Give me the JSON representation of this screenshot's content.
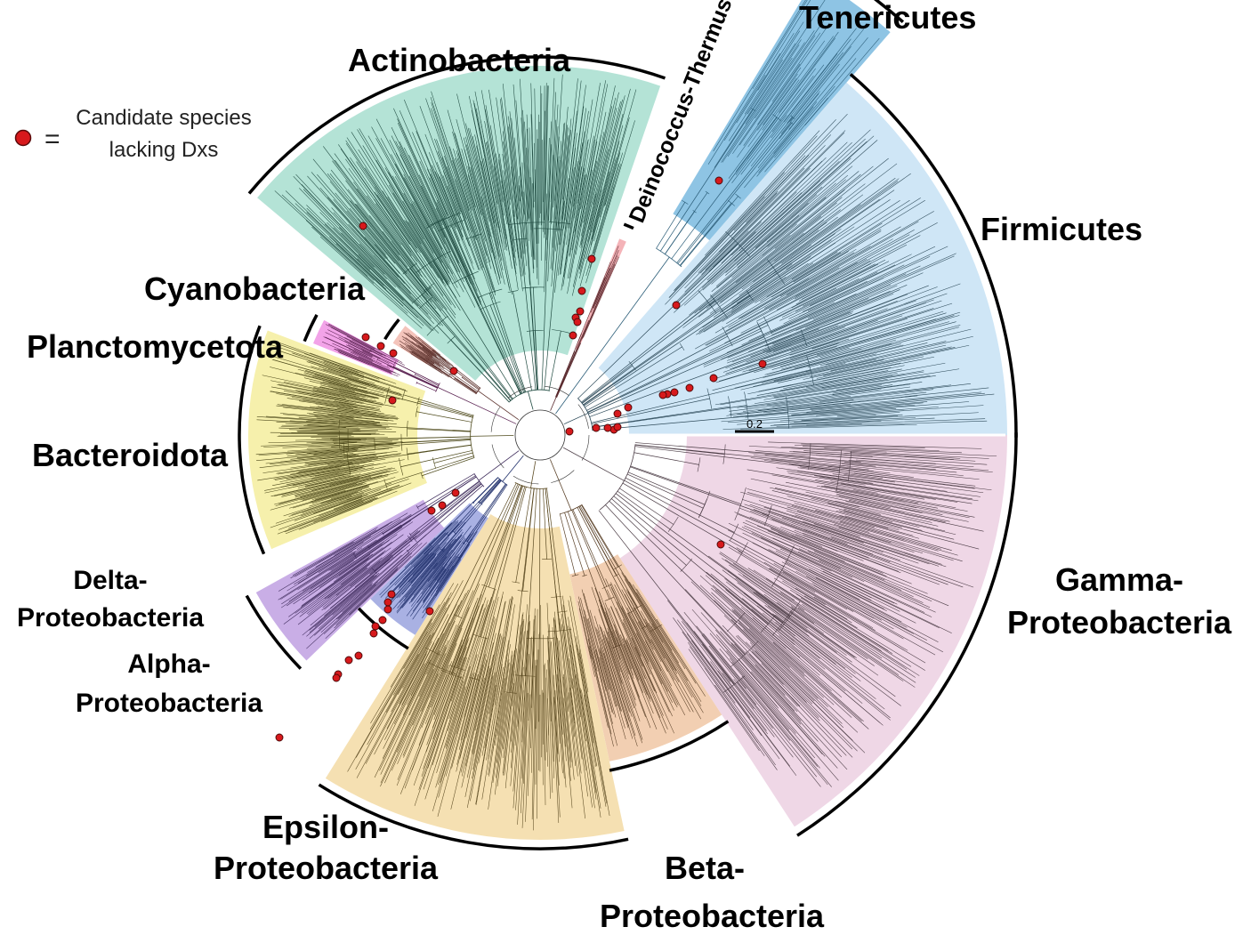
{
  "legend": {
    "marker_symbol": "=",
    "text_line1": "Candidate species",
    "text_line2": "lacking Dxs",
    "marker_color": "#d7191c"
  },
  "scale_bar": {
    "label": "0.2"
  },
  "clades": [
    {
      "id": "tenericutes",
      "label_lines": [
        "Tenericutes"
      ],
      "color": "#8ec4e4",
      "branch_color": "#2b5d78"
    },
    {
      "id": "firmicutes",
      "label_lines": [
        "Firmicutes"
      ],
      "color": "#cfe6f6",
      "branch_color": "#2e4b5a"
    },
    {
      "id": "gamma",
      "label_lines": [
        "Gamma-",
        "Proteobacteria"
      ],
      "color": "#efd7e6",
      "branch_color": "#4a3b44"
    },
    {
      "id": "beta",
      "label_lines": [
        "Beta-",
        "Proteobacteria"
      ],
      "color": "#f2cfb2",
      "branch_color": "#5a4128"
    },
    {
      "id": "epsilon",
      "label_lines": [
        "Epsilon-",
        "Proteobacteria"
      ],
      "color": "#f5e0b2",
      "branch_color": "#5b4a22"
    },
    {
      "id": "alpha",
      "label_lines": [
        "Alpha-",
        "Proteobacteria"
      ],
      "color": "#a9b1e3",
      "branch_color": "#1f2f6b"
    },
    {
      "id": "delta",
      "label_lines": [
        "Delta-",
        "Proteobacteria"
      ],
      "color": "#c9aee6",
      "branch_color": "#3d2a5a"
    },
    {
      "id": "bacteroidota",
      "label_lines": [
        "Bacteroidota"
      ],
      "color": "#f6f0ac",
      "branch_color": "#4e4a1c"
    },
    {
      "id": "planctomycetota",
      "label_lines": [
        "Planctomycetota"
      ],
      "color": "#f2a3e8",
      "branch_color": "#5b2352"
    },
    {
      "id": "cyanobacteria",
      "label_lines": [
        "Cyanobacteria"
      ],
      "color": "#f4c4bb",
      "branch_color": "#5a2f2a"
    },
    {
      "id": "actinobacteria",
      "label_lines": [
        "Actinobacteria"
      ],
      "color": "#b4e3d6",
      "branch_color": "#1f4a40"
    },
    {
      "id": "deinococcus",
      "label_lines": [
        "Deinococcus-Thermus"
      ],
      "color": "#f4b3b8",
      "branch_color": "#5a2a2e"
    }
  ]
}
